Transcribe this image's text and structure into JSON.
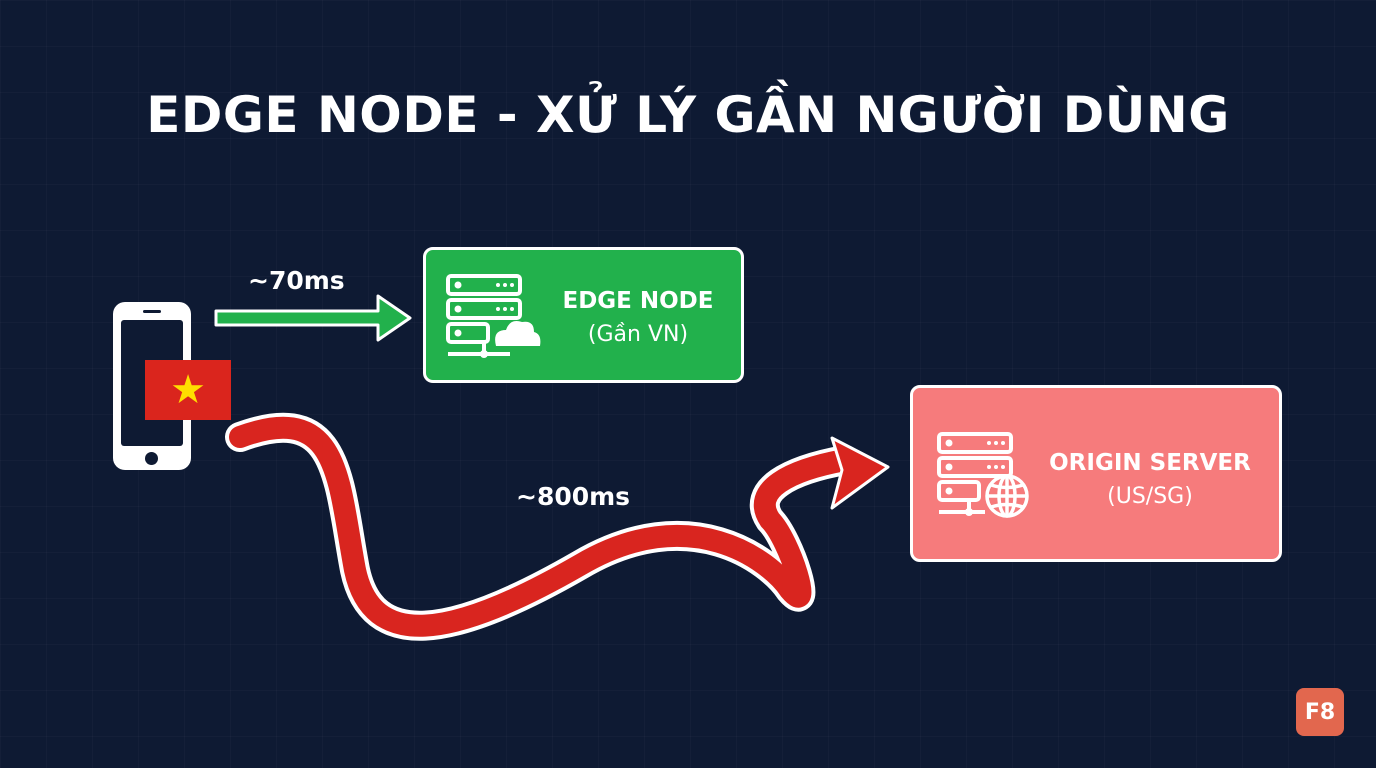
{
  "title": "EDGE NODE - XỬ LÝ GẦN NGƯỜI DÙNG",
  "edge_path": {
    "latency": "~70ms",
    "color": "#22b14c"
  },
  "origin_path": {
    "latency": "~800ms",
    "color": "#d9251f"
  },
  "edge_node": {
    "name": "EDGE NODE",
    "location": "(Gần VN)",
    "color": "#22b14c",
    "icon": "server-cloud-icon"
  },
  "origin_server": {
    "name": "ORIGIN SERVER",
    "location": "(US/SG)",
    "color": "#f67b7c",
    "icon": "server-globe-icon"
  },
  "client": {
    "icon": "smartphone-icon",
    "flag": "vietnam-flag-icon"
  },
  "logo": {
    "text": "F8",
    "color": "#e2674e"
  }
}
